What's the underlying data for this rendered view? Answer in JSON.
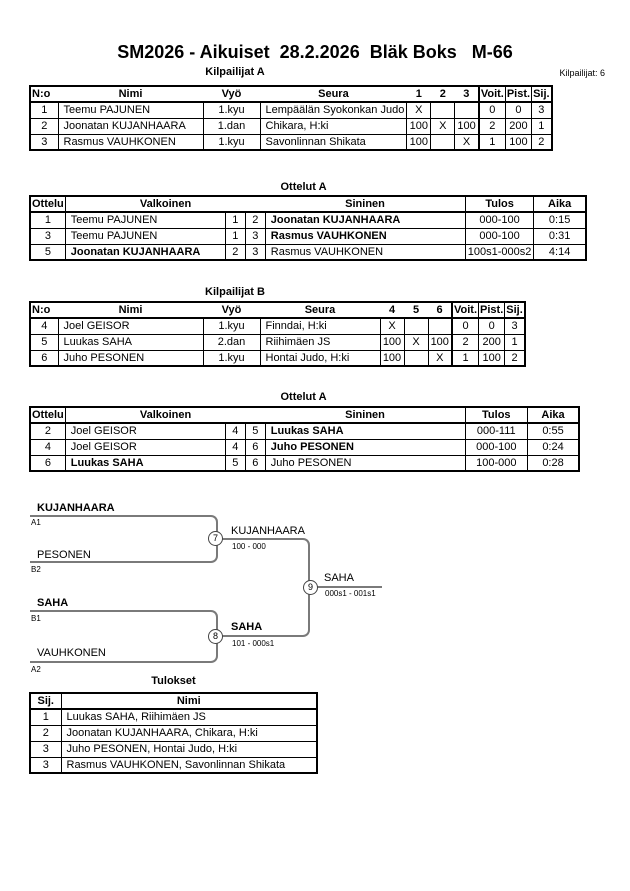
{
  "page": {
    "title": "SM2026 - Aikuiset  28.2.2026  Bläk Boks   M-66",
    "competitors_count_label": "Kilpailijat: 6"
  },
  "group_a": {
    "heading": "Kilpailijat A",
    "headers": {
      "no": "N:o",
      "name": "Nimi",
      "belt": "Vyö",
      "club": "Seura",
      "m1": "1",
      "m2": "2",
      "m3": "3",
      "wins": "Voit.",
      "points": "Pist.",
      "place": "Sij."
    },
    "rows": [
      {
        "no": "1",
        "name": "Teemu PAJUNEN",
        "belt": "1.kyu",
        "club": "Lempäälän Syokonkan Judo",
        "m1": "X",
        "m2": "",
        "m3": "",
        "wins": "0",
        "points": "0",
        "place": "3"
      },
      {
        "no": "2",
        "name": "Joonatan KUJANHAARA",
        "belt": "1.dan",
        "club": "Chikara, H:ki",
        "m1": "100",
        "m2": "X",
        "m3": "100",
        "wins": "2",
        "points": "200",
        "place": "1"
      },
      {
        "no": "3",
        "name": "Rasmus VAUHKONEN",
        "belt": "1.kyu",
        "club": "Savonlinnan Shikata",
        "m1": "100",
        "m2": "",
        "m3": "X",
        "wins": "1",
        "points": "100",
        "place": "2"
      }
    ]
  },
  "matches_a": {
    "heading": "Ottelut A",
    "headers": {
      "match": "Ottelu",
      "white": "Valkoinen",
      "blue": "Sininen",
      "result": "Tulos",
      "time": "Aika"
    },
    "rows": [
      {
        "no": "1",
        "white": "Teemu PAJUNEN",
        "white_bold": "false",
        "white_no": "1",
        "blue_no": "2",
        "blue": "Joonatan KUJANHAARA",
        "blue_bold": "true",
        "result": "000-100",
        "time": "0:15"
      },
      {
        "no": "3",
        "white": "Teemu PAJUNEN",
        "white_bold": "false",
        "white_no": "1",
        "blue_no": "3",
        "blue": "Rasmus VAUHKONEN",
        "blue_bold": "true",
        "result": "000-100",
        "time": "0:31"
      },
      {
        "no": "5",
        "white": "Joonatan KUJANHAARA",
        "white_bold": "true",
        "white_no": "2",
        "blue_no": "3",
        "blue": "Rasmus VAUHKONEN",
        "blue_bold": "false",
        "result": "100s1-000s2",
        "time": "4:14"
      }
    ]
  },
  "group_b": {
    "heading": "Kilpailijat B",
    "headers": {
      "no": "N:o",
      "name": "Nimi",
      "belt": "Vyö",
      "club": "Seura",
      "m1": "4",
      "m2": "5",
      "m3": "6",
      "wins": "Voit.",
      "points": "Pist.",
      "place": "Sij."
    },
    "rows": [
      {
        "no": "4",
        "name": "Joel GEISOR",
        "belt": "1.kyu",
        "club": "Finndai, H:ki",
        "m1": "X",
        "m2": "",
        "m3": "",
        "wins": "0",
        "points": "0",
        "place": "3"
      },
      {
        "no": "5",
        "name": "Luukas SAHA",
        "belt": "2.dan",
        "club": "Riihimäen JS",
        "m1": "100",
        "m2": "X",
        "m3": "100",
        "wins": "2",
        "points": "200",
        "place": "1"
      },
      {
        "no": "6",
        "name": "Juho PESONEN",
        "belt": "1.kyu",
        "club": "Hontai Judo, H:ki",
        "m1": "100",
        "m2": "",
        "m3": "X",
        "wins": "1",
        "points": "100",
        "place": "2"
      }
    ]
  },
  "matches_b": {
    "heading": "Ottelut A",
    "headers": {
      "match": "Ottelu",
      "white": "Valkoinen",
      "blue": "Sininen",
      "result": "Tulos",
      "time": "Aika"
    },
    "rows": [
      {
        "no": "2",
        "white": "Joel GEISOR",
        "white_bold": "false",
        "white_no": "4",
        "blue_no": "5",
        "blue": "Luukas SAHA",
        "blue_bold": "true",
        "result": "000-111",
        "time": "0:55"
      },
      {
        "no": "4",
        "white": "Joel GEISOR",
        "white_bold": "false",
        "white_no": "4",
        "blue_no": "6",
        "blue": "Juho PESONEN",
        "blue_bold": "true",
        "result": "000-100",
        "time": "0:24"
      },
      {
        "no": "6",
        "white": "Luukas SAHA",
        "white_bold": "true",
        "white_no": "5",
        "blue_no": "6",
        "blue": "Juho PESONEN",
        "blue_bold": "false",
        "result": "100-000",
        "time": "0:28"
      }
    ]
  },
  "bracket": {
    "seeds": [
      {
        "name": "KUJANHAARA",
        "tag": "A1",
        "bold": "true"
      },
      {
        "name": "PESONEN",
        "tag": "B2",
        "bold": "false"
      },
      {
        "name": "SAHA",
        "tag": "B1",
        "bold": "true"
      },
      {
        "name": "VAUHKONEN",
        "tag": "A2",
        "bold": "false"
      }
    ],
    "matches": [
      {
        "num": "7",
        "winner": "KUJANHAARA",
        "score": "100 - 000",
        "bold": "false"
      },
      {
        "num": "8",
        "winner": "SAHA",
        "score": "101 - 000s1",
        "bold": "true"
      },
      {
        "num": "9",
        "winner": "SAHA",
        "score": "000s1 - 001s1",
        "bold": "false"
      }
    ]
  },
  "results": {
    "heading": "Tulokset",
    "headers": {
      "place": "Sij.",
      "name": "Nimi"
    },
    "rows": [
      {
        "place": "1",
        "name": "Luukas SAHA, Riihimäen JS"
      },
      {
        "place": "2",
        "name": "Joonatan KUJANHAARA, Chikara, H:ki"
      },
      {
        "place": "3",
        "name": "Juho PESONEN, Hontai Judo, H:ki"
      },
      {
        "place": "3",
        "name": "Rasmus VAUHKONEN, Savonlinnan Shikata"
      }
    ]
  }
}
